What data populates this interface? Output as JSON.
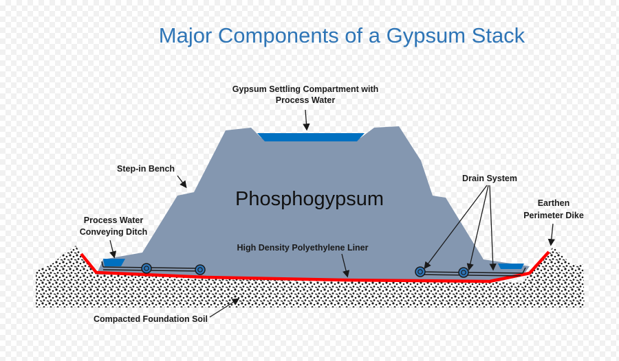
{
  "title": "Major Components of a Gypsum Stack",
  "main_label": "Phosphogypsum",
  "labels": {
    "settling_line1": "Gypsum Settling Compartment with",
    "settling_line2": "Process Water",
    "step_in_bench": "Step-in Bench",
    "drain_system": "Drain System",
    "earthen_line1": "Earthen",
    "earthen_line2": "Perimeter Dike",
    "process_water_line1": "Process Water",
    "process_water_line2": "Conveying Ditch",
    "liner": "High Density Polyethylene Liner",
    "foundation": "Compacted Foundation Soil"
  },
  "colors": {
    "title": "#2e75b6",
    "gypsum": "#8497b0",
    "water": "#0070c0",
    "liner": "#ff0000",
    "soil_bg": "#ffffff",
    "soil_dot": "#1a1a1a"
  }
}
